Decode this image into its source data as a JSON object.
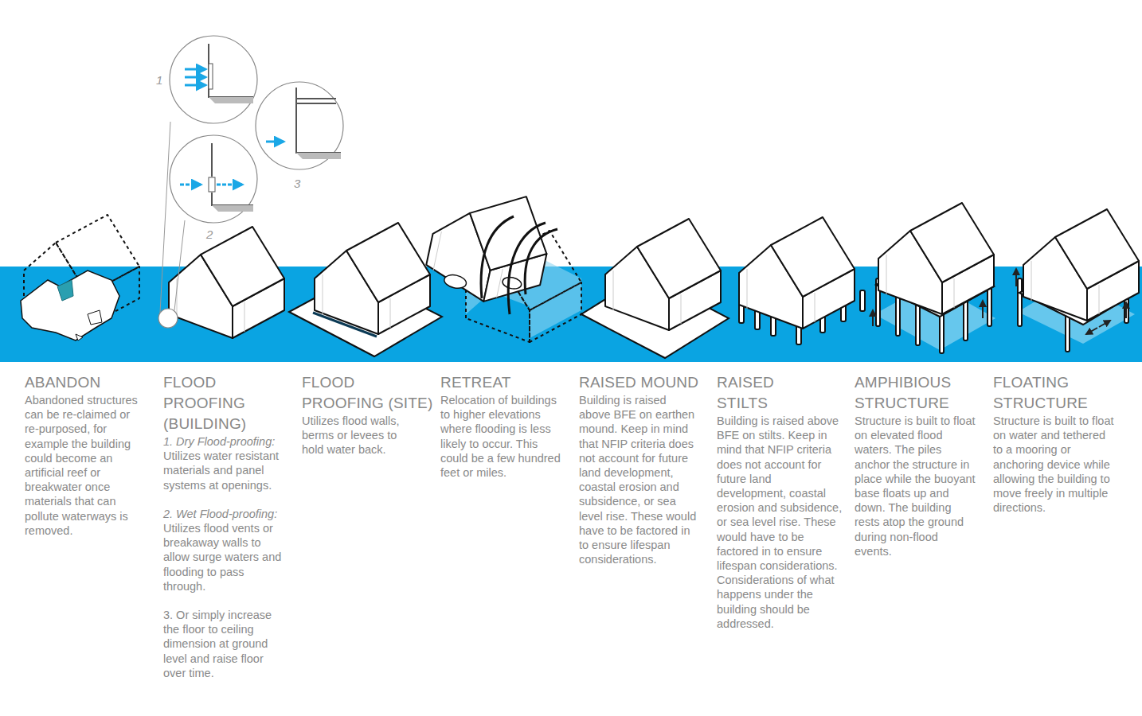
{
  "diagram": {
    "labels": [
      "1",
      "2",
      "3",
      "ABANDON",
      "Abandoned structures can be re-claimed or re-purposed, for example the building could become an artificial reef or breakwater once materials that can pollute waterways is removed.",
      "FLOOD PROOFING (BUILDING)",
      "1. Dry Flood-proofing:",
      "Utilizes water resistant materials and panel systems at openings.",
      "2. Wet Flood-proofing:",
      "Utilizes flood vents or breakaway walls to allow surge waters and flooding to pass through.",
      "3. Or simply increase the floor to ceiling dimension at ground level and raise floor over time.",
      "FLOOD PROOFING (SITE)",
      "Utilizes flood walls, berms or levees to hold water back.",
      "RETREAT",
      "Relocation of buildings to higher elevations where flooding is less likely to occur. This could be a few hundred feet or miles.",
      "RAISED MOUND",
      "Building is raised above BFE on earthen mound. Keep in mind that NFIP criteria does not account for future land development, coastal erosion and subsidence, or sea level rise. These would have to be factored in to ensure lifespan considerations.",
      "RAISED STILTS",
      "Building is raised above BFE on stilts. Keep in mind that NFIP criteria does not account for future land development, coastal erosion and subsidence, or sea level rise. These would have to be factored in to ensure lifespan considerations. Considerations of what happens under the building should be addressed.",
      "AMPHIBIOUS STRUCTURE",
      "Structure is built to float on elevated flood waters. The piles anchor the structure in place while the buoyant base floats up and down. The building rests atop the ground during non-flood events.",
      "FLOATING STRUCTURE",
      "Structure is built to float on water and tethered to a mooring or anchoring device while allowing the building to move freely in multiple directions."
    ]
  }
}
